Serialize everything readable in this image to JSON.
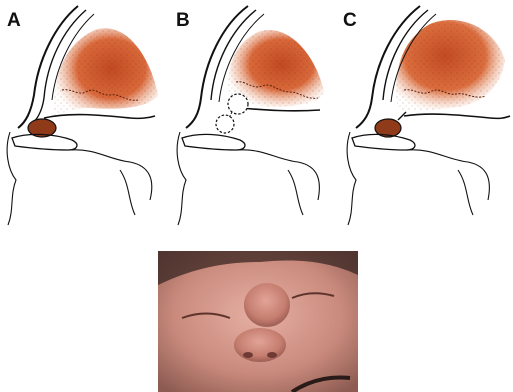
{
  "panels": [
    {
      "label": "A"
    },
    {
      "label": "B"
    },
    {
      "label": "C"
    }
  ],
  "colors": {
    "brain_tissue": "#c8542a",
    "brain_tissue_light": "#e58a5f",
    "lesion": "#8a3516",
    "ink": "#111111",
    "photo_skin": "#c98a7c",
    "photo_shadow": "#1a1212"
  },
  "photo": {
    "subject": "newborn-face-nasal-mass"
  }
}
